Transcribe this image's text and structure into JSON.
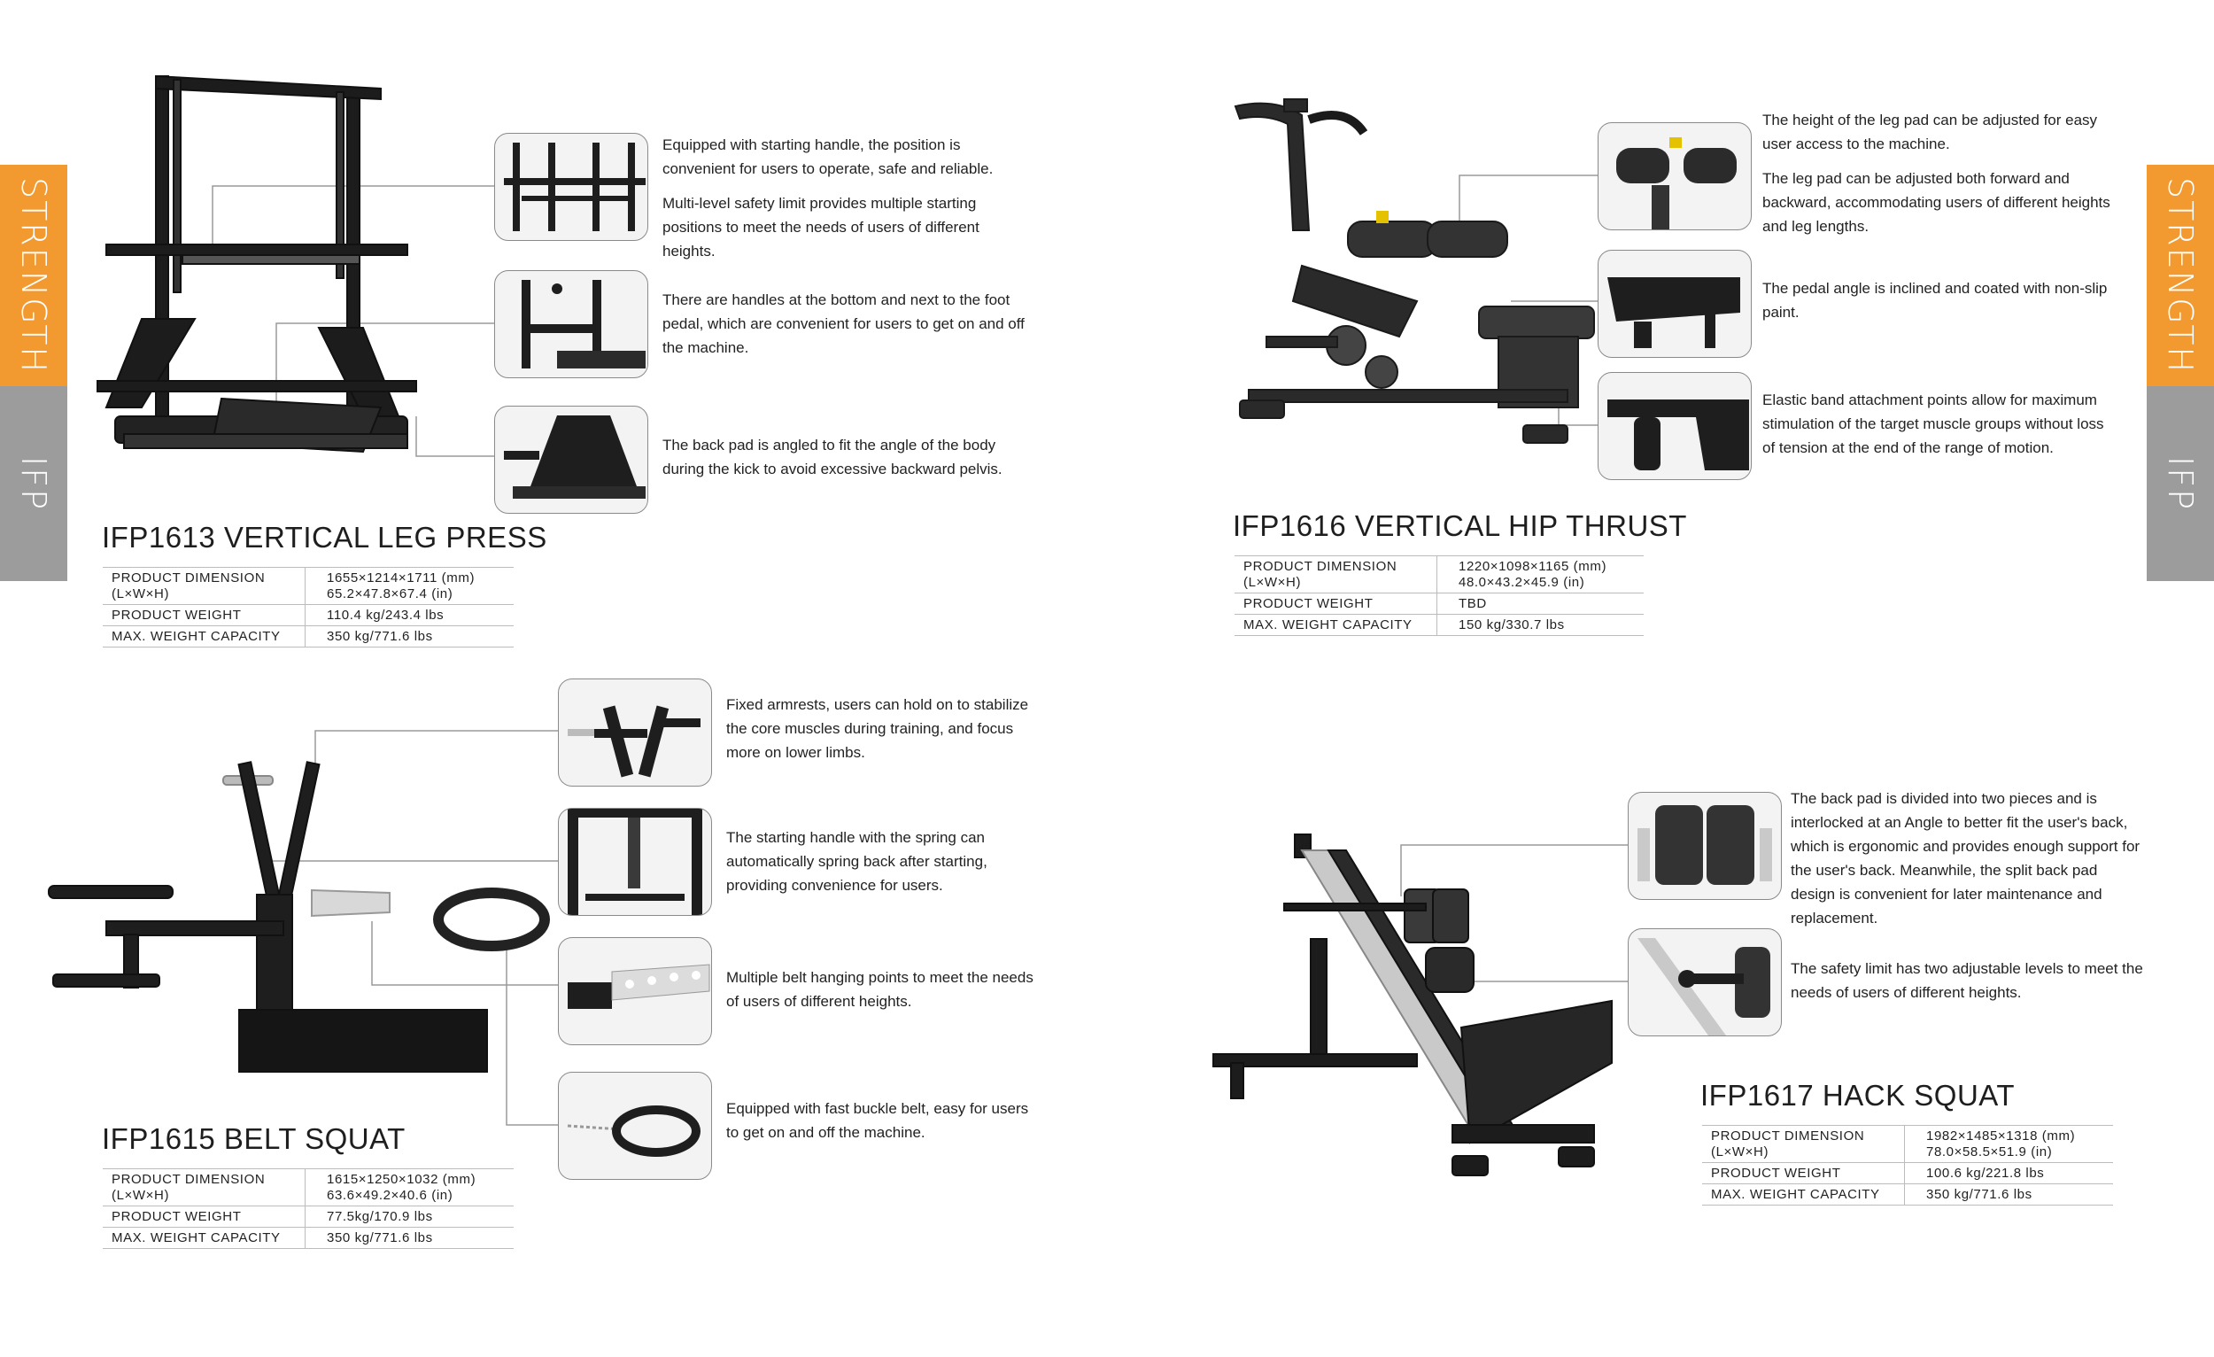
{
  "side_tabs": {
    "category": "STRENGTH",
    "series": "IFP",
    "colors": {
      "category": "#f29a30",
      "series": "#9c9c9c"
    }
  },
  "spec_labels": {
    "dimension_line1": "PRODUCT DIMENSION",
    "dimension_line2": "(L×W×H)",
    "weight": "PRODUCT WEIGHT",
    "capacity": "MAX. WEIGHT CAPACITY"
  },
  "products": [
    {
      "title": "IFP1613 VERTICAL LEG PRESS",
      "dimension_mm": "1655×1214×1711 (mm)",
      "dimension_in": "65.2×47.8×67.4 (in)",
      "weight": "110.4 kg/243.4 lbs",
      "capacity": "350 kg/771.6 lbs",
      "features": [
        [
          "Equipped with starting handle, the position is convenient for users to operate, safe and reliable.",
          "Multi-level safety limit provides multiple starting positions to meet the needs of users of different heights."
        ],
        [
          "There are handles at the bottom and next to the foot pedal, which are convenient for users to get on and off the machine."
        ],
        [
          "The back pad is angled to fit the angle of the body during the kick to avoid excessive backward pelvis."
        ]
      ]
    },
    {
      "title": "IFP1616 VERTICAL HIP THRUST",
      "dimension_mm": "1220×1098×1165 (mm)",
      "dimension_in": "48.0×43.2×45.9 (in)",
      "weight": "TBD",
      "capacity": "150 kg/330.7 lbs",
      "features": [
        [
          "The height of the leg pad can be adjusted for easy user access to the machine.",
          "The leg pad can be adjusted both forward and backward, accommodating users of different heights and leg lengths."
        ],
        [
          "The pedal angle is inclined and coated with non-slip paint."
        ],
        [
          "Elastic band attachment points allow for maximum stimulation of the target muscle groups without loss of tension at the end of the range of motion."
        ]
      ]
    },
    {
      "title": "IFP1615 BELT SQUAT",
      "dimension_mm": "1615×1250×1032 (mm)",
      "dimension_in": "63.6×49.2×40.6 (in)",
      "weight": "77.5kg/170.9 lbs",
      "capacity": "350 kg/771.6 lbs",
      "features": [
        [
          "Fixed armrests, users can hold on to stabilize the core muscles during training, and focus more on lower limbs."
        ],
        [
          "The starting handle with the spring can automatically spring back after starting, providing convenience for users."
        ],
        [
          "Multiple belt hanging points to meet the needs of users of different heights."
        ],
        [
          "Equipped with fast buckle belt, easy for users to get on and off the machine."
        ]
      ]
    },
    {
      "title": "IFP1617 HACK SQUAT",
      "dimension_mm": "1982×1485×1318 (mm)",
      "dimension_in": "78.0×58.5×51.9 (in)",
      "weight": "100.6 kg/221.8 lbs",
      "capacity": "350 kg/771.6 lbs",
      "features": [
        [
          "The back pad is divided into two pieces and is interlocked at an Angle to better fit the user's back, which is ergonomic and provides enough support for the user's back. Meanwhile, the split back pad design is convenient for later maintenance and replacement."
        ],
        [
          "The safety limit has two adjustable levels to meet the needs of users of different heights."
        ]
      ]
    }
  ]
}
